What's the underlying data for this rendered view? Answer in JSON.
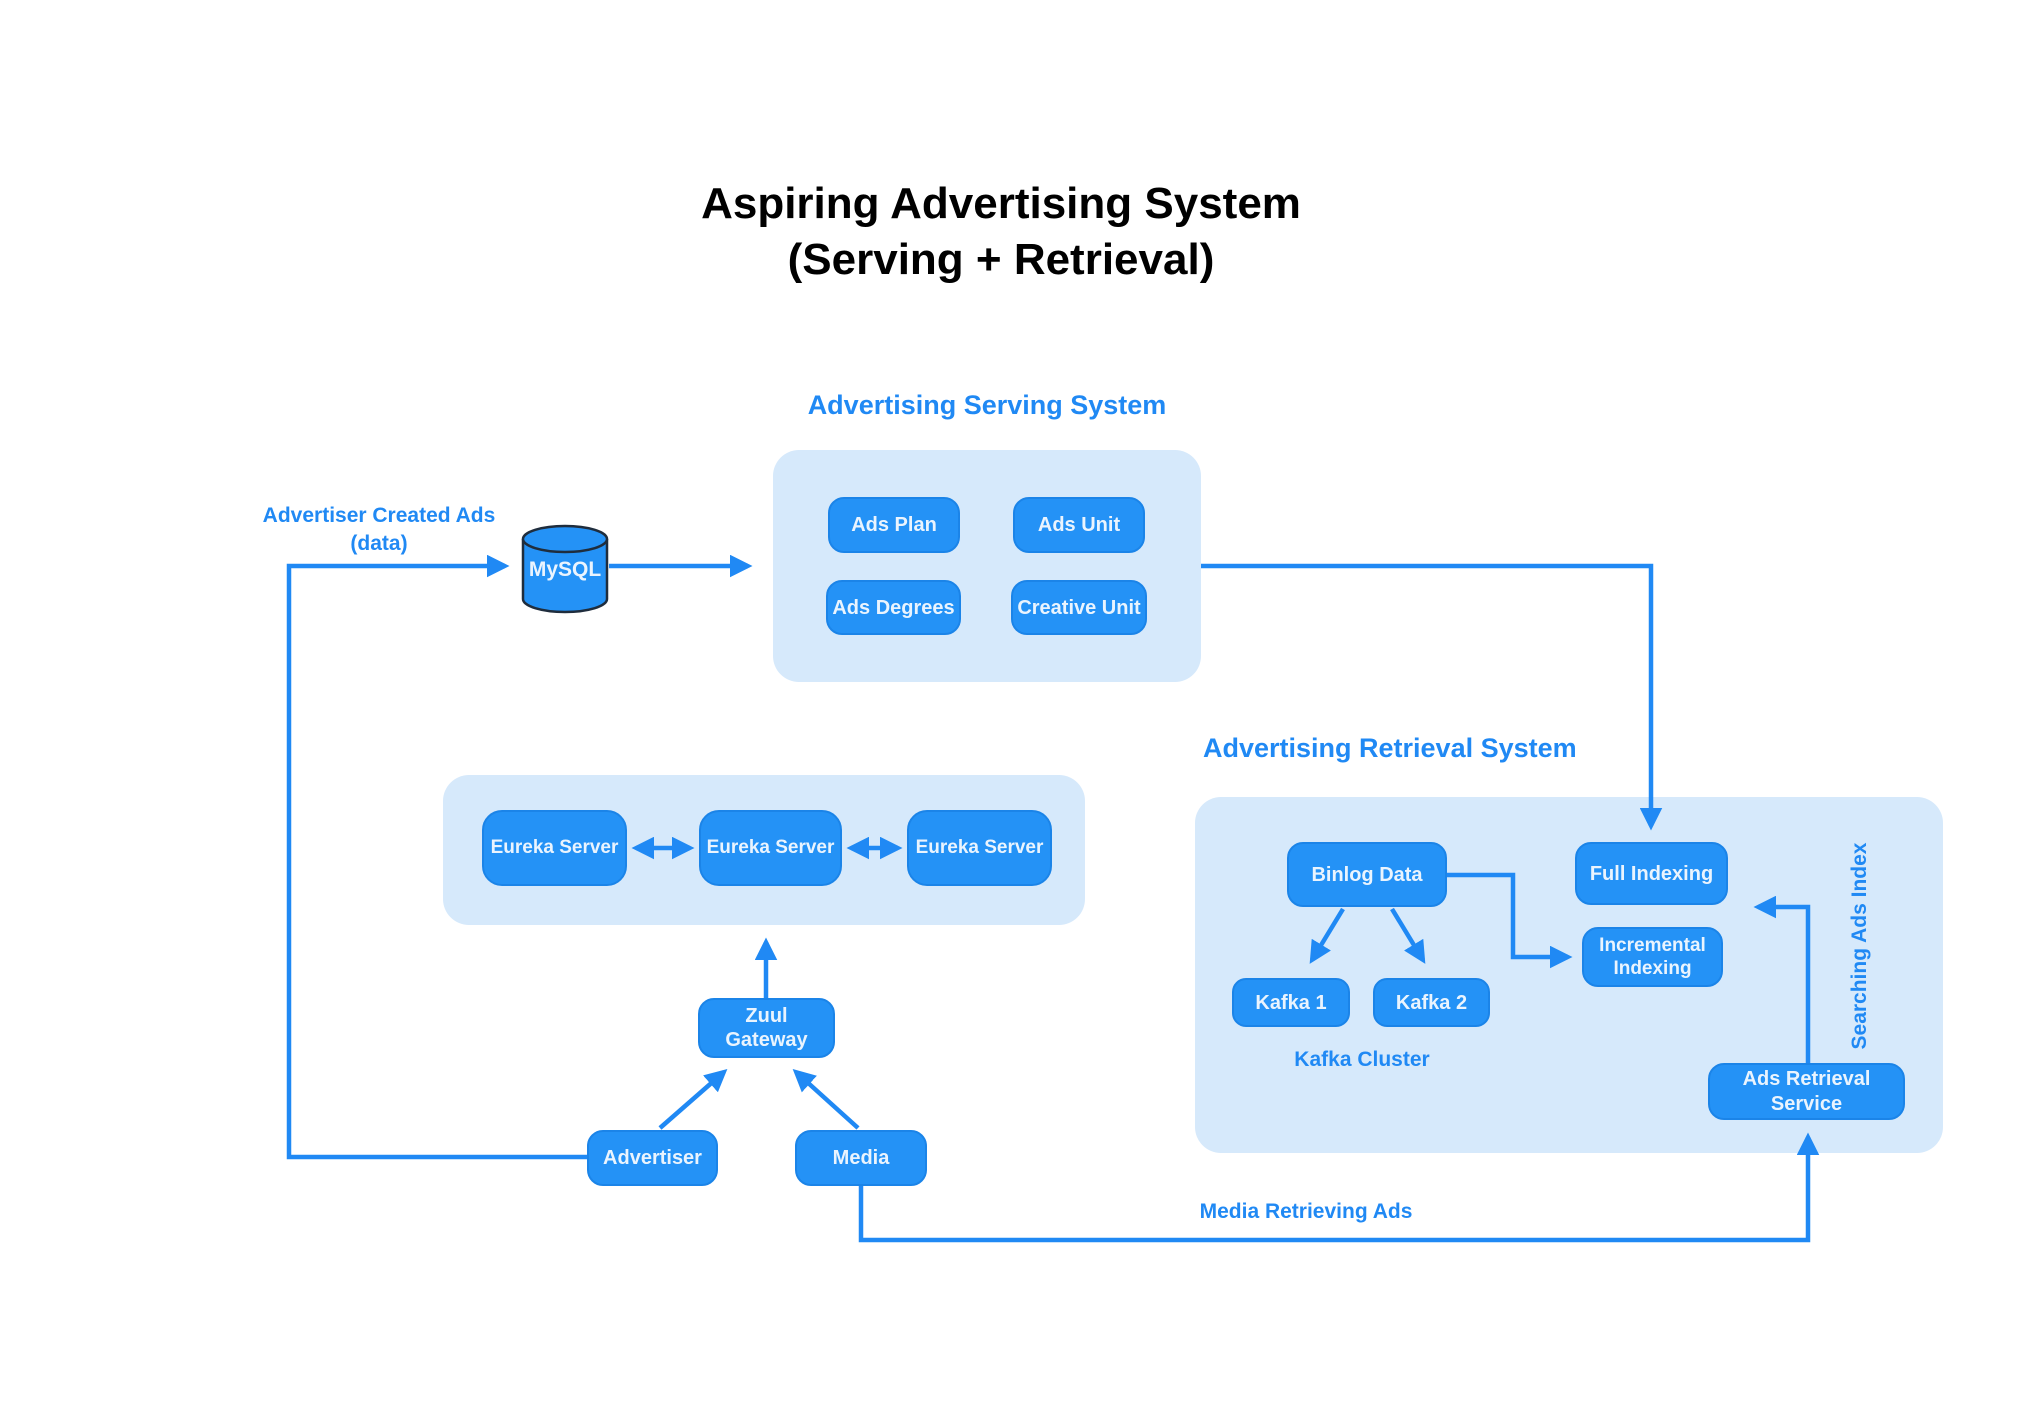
{
  "title": {
    "line1": "Aspiring Advertising System",
    "line2": "(Serving + Retrieval)"
  },
  "serving": {
    "heading": "Advertising Serving System",
    "nodes": {
      "ads_plan": "Ads Plan",
      "ads_unit": "Ads Unit",
      "ads_degrees": "Ads Degrees",
      "creative_unit": "Creative Unit"
    }
  },
  "database": {
    "label": "MySQL"
  },
  "annotations": {
    "advertiser_created_ads_line1": "Advertiser Created Ads",
    "advertiser_created_ads_line2": "(data)",
    "media_retrieving_ads": "Media Retrieving Ads",
    "searching_ads_index": "Searching Ads Index",
    "kafka_cluster": "Kafka Cluster"
  },
  "eureka": {
    "servers": [
      "Eureka Server",
      "Eureka Server",
      "Eureka Server"
    ]
  },
  "gateway": {
    "zuul": "Zuul Gateway",
    "advertiser": "Advertiser",
    "media": "Media"
  },
  "retrieval": {
    "heading": "Advertising Retrieval System",
    "nodes": {
      "binlog_data": "Binlog Data",
      "kafka_1": "Kafka 1",
      "kafka_2": "Kafka 2",
      "full_indexing": "Full Indexing",
      "incremental_indexing": "Incremental Indexing",
      "ads_retrieval_service": "Ads Retrieval Service"
    }
  },
  "colors": {
    "node_fill": "#2492F6",
    "node_border": "#1B84E8",
    "node_text": "#EAF4FE",
    "container_fill": "#D6E9FB",
    "line": "#2089F4",
    "heading_text": "#2089F4",
    "title_text": "#000000",
    "db_outline": "#1F2D3D"
  }
}
